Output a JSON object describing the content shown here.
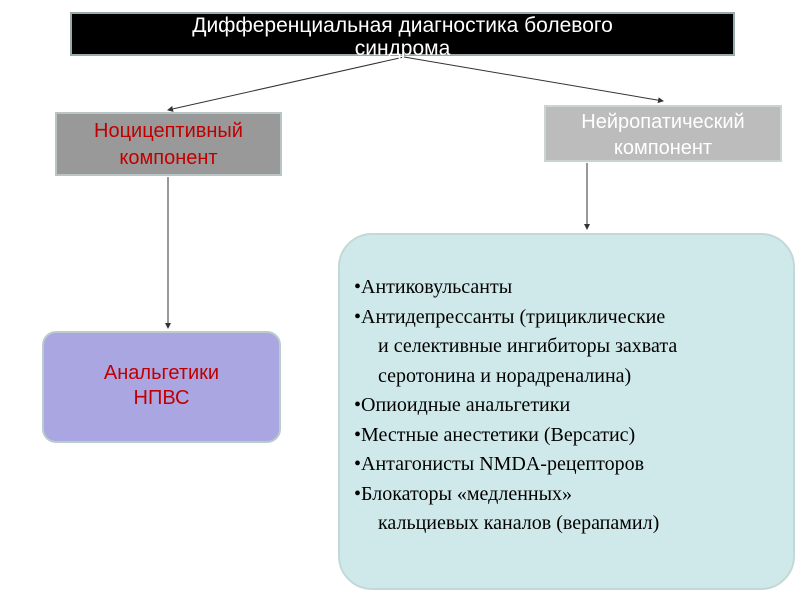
{
  "title": {
    "line1": "Дифференциальная диагностика болевого",
    "line2": "синдрома"
  },
  "nociceptive": {
    "line1": "Ноцицептивный",
    "line2": "компонент"
  },
  "neuropathic": {
    "line1": "Нейропатический",
    "line2": "компонент"
  },
  "analgesics": {
    "line1": "Анальгетики",
    "line2": "НПВС"
  },
  "drugs": [
    {
      "lines": [
        "Антиковульсанты"
      ]
    },
    {
      "lines": [
        "Антидепрессанты (трициклические",
        "и селективные ингибиторы захвата",
        "серотонина и норадреналина)"
      ]
    },
    {
      "lines": [
        "Опиоидные анальгетики"
      ]
    },
    {
      "lines": [
        "Местные анестетики (Версатис)"
      ]
    },
    {
      "lines": [
        "Антагонисты NMDA-рецепторов"
      ]
    },
    {
      "lines": [
        "Блокаторы «медленных»",
        "кальциевых каналов (верапамил)"
      ]
    }
  ]
}
